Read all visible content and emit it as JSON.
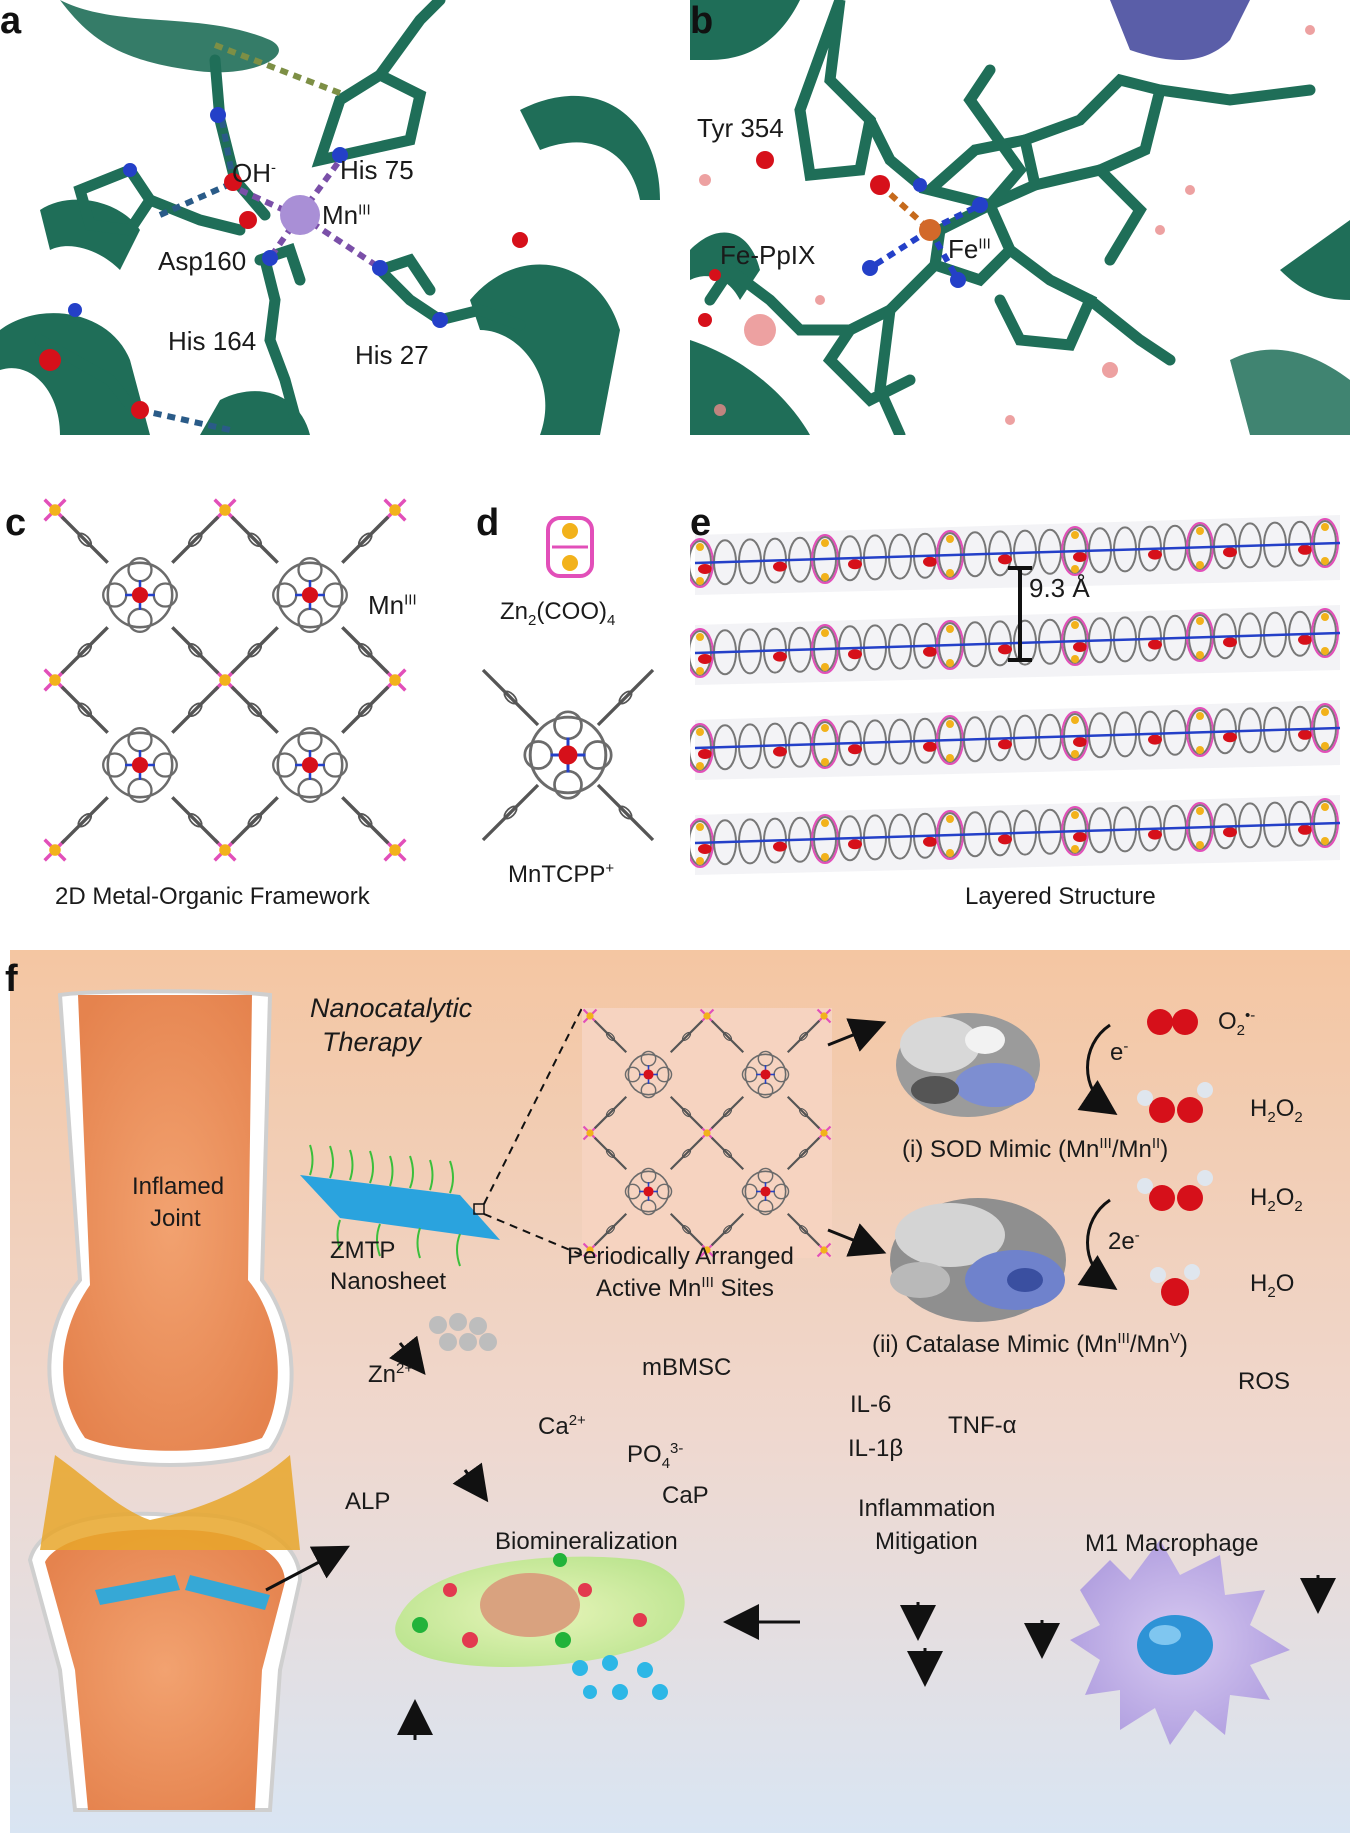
{
  "panel_labels": {
    "a": "a",
    "b": "b",
    "c": "c",
    "d": "d",
    "e": "e",
    "f": "f"
  },
  "panel_a": {
    "oh": "OH",
    "oh_sup": "-",
    "mn": "Mn",
    "mn_sup": "III",
    "his75": "His 75",
    "asp160": "Asp160",
    "his164": "His 164",
    "his27": "His 27"
  },
  "panel_b": {
    "tyr": "Tyr 354",
    "feppix": "Fe-PpIX",
    "fe": "Fe",
    "fe_sup": "III"
  },
  "panel_c": {
    "mn": "Mn",
    "mn_sup": "III",
    "caption": "2D Metal-Organic Framework"
  },
  "panel_d": {
    "zn_formula_a": "Zn",
    "zn_sub1": "2",
    "zn_formula_b": "(COO)",
    "zn_sub2": "4",
    "linker": "MnTCPP",
    "linker_sup": "+"
  },
  "panel_e": {
    "spacing": "9.3 Å",
    "caption": "Layered Structure"
  },
  "panel_f": {
    "therapy_line1": "Nanocatalytic",
    "therapy_line2": "Therapy",
    "joint_line1": "Inflamed",
    "joint_line2": "Joint",
    "nanosheet_line1": "ZMTP",
    "nanosheet_line2": "Nanosheet",
    "sites_line1": "Periodically Arranged",
    "sites_line2a": "Active Mn",
    "sites_sup": "III",
    "sites_line2b": " Sites",
    "o2": "O",
    "o2_sub": "2",
    "o2_sup": "•-",
    "h2o2_a": "H",
    "h2o2_sub1": "2",
    "h2o2_b": "O",
    "h2o2_sub2": "2",
    "e_minus": "e",
    "e_sup": "-",
    "two_e": "2e",
    "two_e_sup": "-",
    "h2o_a": "H",
    "h2o_sub": "2",
    "h2o_b": "O",
    "sod_a": "(i) SOD Mimic (Mn",
    "sod_sup1": "III",
    "sod_b": "/Mn",
    "sod_sup2": "II",
    "sod_c": ")",
    "cat_a": "(ii) Catalase Mimic (Mn",
    "cat_sup1": "III",
    "cat_b": "/Mn",
    "cat_sup2": "V",
    "cat_c": ")",
    "zn2": "Zn",
    "zn2_sup": "2+",
    "ca2": "Ca",
    "ca2_sup": "2+",
    "po4": "PO",
    "po4_sub": "4",
    "po4_sup": "3-",
    "mbmsc": "mBMSC",
    "cap": "CaP",
    "alp": "ALP",
    "biomin": "Biomineralization",
    "il6": "IL-6",
    "il1b": "IL-1β",
    "tnfa": "TNF-α",
    "ros": "ROS",
    "inflam_line1": "Inflammation",
    "inflam_line2": "Mitigation",
    "m1": "M1 Macrophage"
  },
  "colors": {
    "protein_green": "#1f6e58",
    "nitrogen_blue": "#2440c8",
    "oxygen_red": "#d6101a",
    "mn_purple": "#a98fd6",
    "fe_orange": "#d2692a",
    "zn_gold": "#f2b21b",
    "carboxylate_pink": "#e24fb9",
    "bond_gray": "#6b6b6b",
    "bg_top": "#f4c9a8",
    "bg_bottom": "#dbe6f2"
  }
}
